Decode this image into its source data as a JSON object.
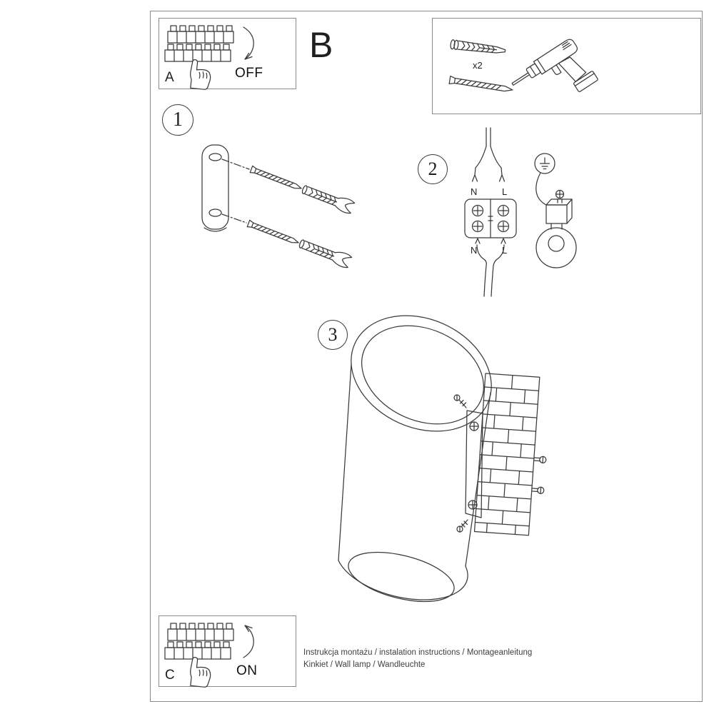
{
  "document": {
    "ink_color": "#3a3a3a",
    "frame_color": "#8a8a8a",
    "background": "#ffffff"
  },
  "panel_a": {
    "label": "A",
    "switch_state": "OFF"
  },
  "panel_b": {
    "label": "B",
    "anchor_quantity": "x2"
  },
  "panel_c": {
    "label": "C",
    "switch_state": "ON"
  },
  "steps": {
    "one": "1",
    "two": "2",
    "three": "3"
  },
  "wiring": {
    "top_left": "N",
    "top_right": "L",
    "bottom_left": "N",
    "bottom_right": "L"
  },
  "illustrations": {
    "breaker_panel": "circuit-breaker-row-with-hand",
    "tools": "drill, screw, wall-anchor",
    "step1": "bracket fixed with screws and wall anchors",
    "step2": "terminal block wiring N/L with ground clamp",
    "step3": "cylindrical wall lamp mounted on brick wall plate"
  },
  "footer": {
    "line1": "Instrukcja montażu / instalation instructions / Montageanleitung",
    "line2": "Kinkiet / Wall lamp / Wandleuchte"
  }
}
